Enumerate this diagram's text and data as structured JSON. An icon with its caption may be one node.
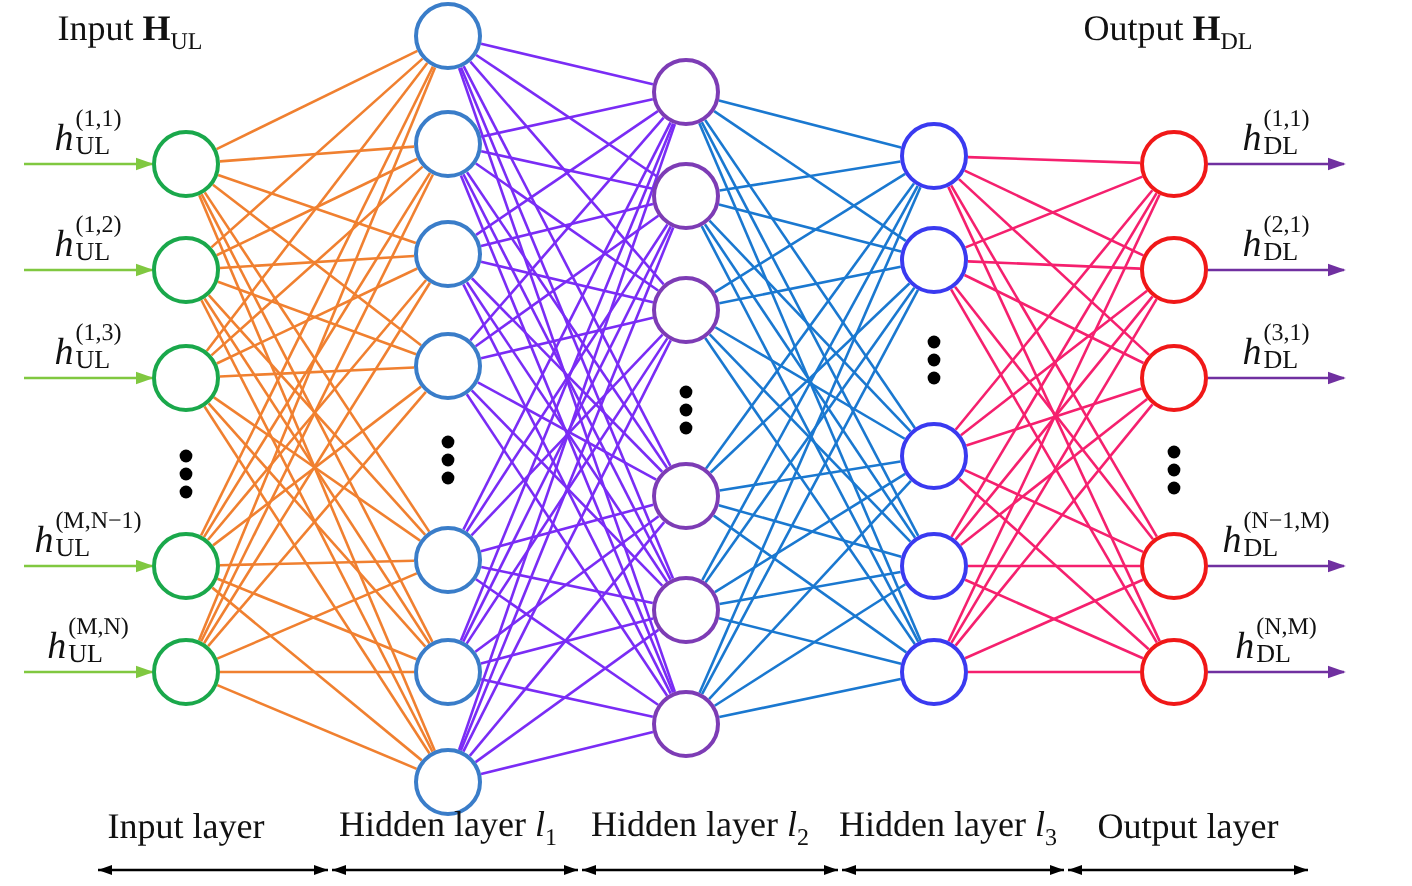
{
  "diagram": {
    "nodes": [
      {
        "text": [],
        "shape": "circle"
      },
      {
        "text": [],
        "shape": "circle"
      },
      {
        "text": [],
        "shape": "circle"
      },
      {
        "text": [],
        "shape": "circle"
      },
      {
        "text": [],
        "shape": "circle"
      },
      {
        "text": [],
        "shape": "circle"
      },
      {
        "text": [],
        "shape": "circle"
      },
      {
        "text": [],
        "shape": "circle"
      },
      {
        "text": [],
        "shape": "circle"
      },
      {
        "text": [],
        "shape": "circle"
      },
      {
        "text": [],
        "shape": "circle"
      },
      {
        "text": [],
        "shape": "circle"
      },
      {
        "text": [],
        "shape": "circle"
      },
      {
        "text": [],
        "shape": "circle"
      },
      {
        "text": [],
        "shape": "circle"
      },
      {
        "text": [],
        "shape": "circle"
      },
      {
        "text": [],
        "shape": "circle"
      },
      {
        "text": [],
        "shape": "circle"
      },
      {
        "text": [],
        "shape": "circle"
      },
      {
        "text": [],
        "shape": "circle"
      },
      {
        "text": [],
        "shape": "circle"
      },
      {
        "text": [],
        "shape": "circle"
      },
      {
        "text": [],
        "shape": "circle"
      },
      {
        "text": [],
        "shape": "circle"
      },
      {
        "text": [],
        "shape": "circle"
      },
      {
        "text": [],
        "shape": "circle"
      },
      {
        "text": [],
        "shape": "circle"
      },
      {
        "text": [],
        "shape": "circle"
      }
    ],
    "edges": [
      {
        "from": null,
        "to": 0,
        "arrow": "to",
        "label": "*h*$^{(1,1)}$$_{UL}$",
        "color": "#80c840"
      },
      {
        "from": null,
        "to": 1,
        "arrow": "to",
        "label": "*h*$^{(1,2)}$$_{UL}$",
        "color": "#80c840"
      },
      {
        "from": null,
        "to": 2,
        "arrow": "to",
        "label": "*h*$^{(1,3)}$$_{UL}$",
        "color": "#80c840"
      },
      {
        "from": null,
        "to": 3,
        "arrow": "to",
        "label": "*h*$^{(M,N−1)}$$_{UL}$",
        "color": "#80c840"
      },
      {
        "from": null,
        "to": 4,
        "arrow": "to",
        "label": "*h*$^{(M,N)}$$_{UL}$",
        "color": "#80c840"
      },
      {
        "from": 0,
        "to": 5,
        "arrow": "none",
        "color": "#f08030"
      },
      {
        "from": 0,
        "to": 6,
        "arrow": "none",
        "color": "#f08030"
      },
      {
        "from": 0,
        "to": 7,
        "arrow": "none",
        "color": "#f08030"
      },
      {
        "from": 0,
        "to": 8,
        "arrow": "none",
        "color": "#f08030"
      },
      {
        "from": 0,
        "to": 9,
        "arrow": "none",
        "color": "#f08030"
      },
      {
        "from": 0,
        "to": 10,
        "arrow": "none",
        "color": "#f08030"
      },
      {
        "from": 0,
        "to": 11,
        "arrow": "none",
        "color": "#f08030"
      },
      {
        "from": 1,
        "to": 5,
        "arrow": "none",
        "color": "#f08030"
      },
      {
        "from": 1,
        "to": 6,
        "arrow": "none",
        "color": "#f08030"
      },
      {
        "from": 1,
        "to": 7,
        "arrow": "none",
        "color": "#f08030"
      },
      {
        "from": 1,
        "to": 8,
        "arrow": "none",
        "color": "#f08030"
      },
      {
        "from": 1,
        "to": 9,
        "arrow": "none",
        "color": "#f08030"
      },
      {
        "from": 1,
        "to": 10,
        "arrow": "none",
        "color": "#f08030"
      },
      {
        "from": 1,
        "to": 11,
        "arrow": "none",
        "color": "#f08030"
      },
      {
        "from": 2,
        "to": 5,
        "arrow": "none",
        "color": "#f08030"
      },
      {
        "from": 2,
        "to": 6,
        "arrow": "none",
        "color": "#f08030"
      },
      {
        "from": 2,
        "to": 7,
        "arrow": "none",
        "color": "#f08030"
      },
      {
        "from": 2,
        "to": 8,
        "arrow": "none",
        "color": "#f08030"
      },
      {
        "from": 2,
        "to": 9,
        "arrow": "none",
        "color": "#f08030"
      },
      {
        "from": 2,
        "to": 10,
        "arrow": "none",
        "color": "#f08030"
      },
      {
        "from": 2,
        "to": 11,
        "arrow": "none",
        "color": "#f08030"
      },
      {
        "from": 3,
        "to": 5,
        "arrow": "none",
        "color": "#f08030"
      },
      {
        "from": 3,
        "to": 6,
        "arrow": "none",
        "color": "#f08030"
      },
      {
        "from": 3,
        "to": 7,
        "arrow": "none",
        "color": "#f08030"
      },
      {
        "from": 3,
        "to": 8,
        "arrow": "none",
        "color": "#f08030"
      },
      {
        "from": 3,
        "to": 9,
        "arrow": "none",
        "color": "#f08030"
      },
      {
        "from": 3,
        "to": 10,
        "arrow": "none",
        "color": "#f08030"
      },
      {
        "from": 3,
        "to": 11,
        "arrow": "none",
        "color": "#f08030"
      },
      {
        "from": 4,
        "to": 5,
        "arrow": "none",
        "color": "#f08030"
      },
      {
        "from": 4,
        "to": 6,
        "arrow": "none",
        "color": "#f08030"
      },
      {
        "from": 4,
        "to": 7,
        "arrow": "none",
        "color": "#f08030"
      },
      {
        "from": 4,
        "to": 8,
        "arrow": "none",
        "color": "#f08030"
      },
      {
        "from": 4,
        "to": 9,
        "arrow": "none",
        "color": "#f08030"
      },
      {
        "from": 4,
        "to": 10,
        "arrow": "none",
        "color": "#f08030"
      },
      {
        "from": 4,
        "to": 11,
        "arrow": "none",
        "color": "#f08030"
      },
      {
        "from": 5,
        "to": 12,
        "arrow": "none",
        "color": "#7a2cf5"
      },
      {
        "from": 5,
        "to": 13,
        "arrow": "none",
        "color": "#7a2cf5"
      },
      {
        "from": 5,
        "to": 14,
        "arrow": "none",
        "color": "#7a2cf5"
      },
      {
        "from": 5,
        "to": 15,
        "arrow": "none",
        "color": "#7a2cf5"
      },
      {
        "from": 5,
        "to": 16,
        "arrow": "none",
        "color": "#7a2cf5"
      },
      {
        "from": 5,
        "to": 17,
        "arrow": "none",
        "color": "#7a2cf5"
      },
      {
        "from": 6,
        "to": 12,
        "arrow": "none",
        "color": "#7a2cf5"
      },
      {
        "from": 6,
        "to": 13,
        "arrow": "none",
        "color": "#7a2cf5"
      },
      {
        "from": 6,
        "to": 14,
        "arrow": "none",
        "color": "#7a2cf5"
      },
      {
        "from": 6,
        "to": 15,
        "arrow": "none",
        "color": "#7a2cf5"
      },
      {
        "from": 6,
        "to": 16,
        "arrow": "none",
        "color": "#7a2cf5"
      },
      {
        "from": 6,
        "to": 17,
        "arrow": "none",
        "color": "#7a2cf5"
      },
      {
        "from": 7,
        "to": 12,
        "arrow": "none",
        "color": "#7a2cf5"
      },
      {
        "from": 7,
        "to": 13,
        "arrow": "none",
        "color": "#7a2cf5"
      },
      {
        "from": 7,
        "to": 14,
        "arrow": "none",
        "color": "#7a2cf5"
      },
      {
        "from": 7,
        "to": 15,
        "arrow": "none",
        "color": "#7a2cf5"
      },
      {
        "from": 7,
        "to": 16,
        "arrow": "none",
        "color": "#7a2cf5"
      },
      {
        "from": 7,
        "to": 17,
        "arrow": "none",
        "color": "#7a2cf5"
      },
      {
        "from": 8,
        "to": 12,
        "arrow": "none",
        "color": "#7a2cf5"
      },
      {
        "from": 8,
        "to": 13,
        "arrow": "none",
        "color": "#7a2cf5"
      },
      {
        "from": 8,
        "to": 14,
        "arrow": "none",
        "color": "#7a2cf5"
      },
      {
        "from": 8,
        "to": 15,
        "arrow": "none",
        "color": "#7a2cf5"
      },
      {
        "from": 8,
        "to": 16,
        "arrow": "none",
        "color": "#7a2cf5"
      },
      {
        "from": 8,
        "to": 17,
        "arrow": "none",
        "color": "#7a2cf5"
      },
      {
        "from": 9,
        "to": 12,
        "arrow": "none",
        "color": "#7a2cf5"
      },
      {
        "from": 9,
        "to": 13,
        "arrow": "none",
        "color": "#7a2cf5"
      },
      {
        "from": 9,
        "to": 14,
        "arrow": "none",
        "color": "#7a2cf5"
      },
      {
        "from": 9,
        "to": 15,
        "arrow": "none",
        "color": "#7a2cf5"
      },
      {
        "from": 9,
        "to": 16,
        "arrow": "none",
        "color": "#7a2cf5"
      },
      {
        "from": 9,
        "to": 17,
        "arrow": "none",
        "color": "#7a2cf5"
      },
      {
        "from": 10,
        "to": 12,
        "arrow": "none",
        "color": "#7a2cf5"
      },
      {
        "from": 10,
        "to": 13,
        "arrow": "none",
        "color": "#7a2cf5"
      },
      {
        "from": 10,
        "to": 14,
        "arrow": "none",
        "color": "#7a2cf5"
      },
      {
        "from": 10,
        "to": 15,
        "arrow": "none",
        "color": "#7a2cf5"
      },
      {
        "from": 10,
        "to": 16,
        "arrow": "none",
        "color": "#7a2cf5"
      },
      {
        "from": 10,
        "to": 17,
        "arrow": "none",
        "color": "#7a2cf5"
      },
      {
        "from": 11,
        "to": 12,
        "arrow": "none",
        "color": "#7a2cf5"
      },
      {
        "from": 11,
        "to": 13,
        "arrow": "none",
        "color": "#7a2cf5"
      },
      {
        "from": 11,
        "to": 14,
        "arrow": "none",
        "color": "#7a2cf5"
      },
      {
        "from": 11,
        "to": 15,
        "arrow": "none",
        "color": "#7a2cf5"
      },
      {
        "from": 11,
        "to": 16,
        "arrow": "none",
        "color": "#7a2cf5"
      },
      {
        "from": 11,
        "to": 17,
        "arrow": "none",
        "color": "#7a2cf5"
      },
      {
        "from": 12,
        "to": 18,
        "arrow": "none",
        "color": "#1a78d0"
      },
      {
        "from": 12,
        "to": 19,
        "arrow": "none",
        "color": "#1a78d0"
      },
      {
        "from": 12,
        "to": 20,
        "arrow": "none",
        "color": "#1a78d0"
      },
      {
        "from": 12,
        "to": 21,
        "arrow": "none",
        "color": "#1a78d0"
      },
      {
        "from": 12,
        "to": 22,
        "arrow": "none",
        "color": "#1a78d0"
      },
      {
        "from": 13,
        "to": 18,
        "arrow": "none",
        "color": "#1a78d0"
      },
      {
        "from": 13,
        "to": 19,
        "arrow": "none",
        "color": "#1a78d0"
      },
      {
        "from": 13,
        "to": 20,
        "arrow": "none",
        "color": "#1a78d0"
      },
      {
        "from": 13,
        "to": 21,
        "arrow": "none",
        "color": "#1a78d0"
      },
      {
        "from": 13,
        "to": 22,
        "arrow": "none",
        "color": "#1a78d0"
      },
      {
        "from": 14,
        "to": 18,
        "arrow": "none",
        "color": "#1a78d0"
      },
      {
        "from": 14,
        "to": 19,
        "arrow": "none",
        "color": "#1a78d0"
      },
      {
        "from": 14,
        "to": 20,
        "arrow": "none",
        "color": "#1a78d0"
      },
      {
        "from": 14,
        "to": 21,
        "arrow": "none",
        "color": "#1a78d0"
      },
      {
        "from": 14,
        "to": 22,
        "arrow": "none",
        "color": "#1a78d0"
      },
      {
        "from": 15,
        "to": 18,
        "arrow": "none",
        "color": "#1a78d0"
      },
      {
        "from": 15,
        "to": 19,
        "arrow": "none",
        "color": "#1a78d0"
      },
      {
        "from": 15,
        "to": 20,
        "arrow": "none",
        "color": "#1a78d0"
      },
      {
        "from": 15,
        "to": 21,
        "arrow": "none",
        "color": "#1a78d0"
      },
      {
        "from": 15,
        "to": 22,
        "arrow": "none",
        "color": "#1a78d0"
      },
      {
        "from": 16,
        "to": 18,
        "arrow": "none",
        "color": "#1a78d0"
      },
      {
        "from": 16,
        "to": 19,
        "arrow": "none",
        "color": "#1a78d0"
      },
      {
        "from": 16,
        "to": 20,
        "arrow": "none",
        "color": "#1a78d0"
      },
      {
        "from": 16,
        "to": 21,
        "arrow": "none",
        "color": "#1a78d0"
      },
      {
        "from": 16,
        "to": 22,
        "arrow": "none",
        "color": "#1a78d0"
      },
      {
        "from": 17,
        "to": 18,
        "arrow": "none",
        "color": "#1a78d0"
      },
      {
        "from": 17,
        "to": 19,
        "arrow": "none",
        "color": "#1a78d0"
      },
      {
        "from": 17,
        "to": 20,
        "arrow": "none",
        "color": "#1a78d0"
      },
      {
        "from": 17,
        "to": 21,
        "arrow": "none",
        "color": "#1a78d0"
      },
      {
        "from": 17,
        "to": 22,
        "arrow": "none",
        "color": "#1a78d0"
      },
      {
        "from": 18,
        "to": 23,
        "arrow": "none",
        "color": "#f5206e"
      },
      {
        "from": 18,
        "to": 24,
        "arrow": "none",
        "color": "#f5206e"
      },
      {
        "from": 18,
        "to": 25,
        "arrow": "none",
        "color": "#f5206e"
      },
      {
        "from": 18,
        "to": 26,
        "arrow": "none",
        "color": "#f5206e"
      },
      {
        "from": 18,
        "to": 27,
        "arrow": "none",
        "color": "#f5206e"
      },
      {
        "from": 19,
        "to": 23,
        "arrow": "none",
        "color": "#f5206e"
      },
      {
        "from": 19,
        "to": 24,
        "arrow": "none",
        "color": "#f5206e"
      },
      {
        "from": 19,
        "to": 25,
        "arrow": "none",
        "color": "#f5206e"
      },
      {
        "from": 19,
        "to": 26,
        "arrow": "none",
        "color": "#f5206e"
      },
      {
        "from": 19,
        "to": 27,
        "arrow": "none",
        "color": "#f5206e"
      },
      {
        "from": 20,
        "to": 23,
        "arrow": "none",
        "color": "#f5206e"
      },
      {
        "from": 20,
        "to": 24,
        "arrow": "none",
        "color": "#f5206e"
      },
      {
        "from": 20,
        "to": 25,
        "arrow": "none",
        "color": "#f5206e"
      },
      {
        "from": 20,
        "to": 26,
        "arrow": "none",
        "color": "#f5206e"
      },
      {
        "from": 20,
        "to": 27,
        "arrow": "none",
        "color": "#f5206e"
      },
      {
        "from": 21,
        "to": 23,
        "arrow": "none",
        "color": "#f5206e"
      },
      {
        "from": 21,
        "to": 24,
        "arrow": "none",
        "color": "#f5206e"
      },
      {
        "from": 21,
        "to": 25,
        "arrow": "none",
        "color": "#f5206e"
      },
      {
        "from": 21,
        "to": 26,
        "arrow": "none",
        "color": "#f5206e"
      },
      {
        "from": 21,
        "to": 27,
        "arrow": "none",
        "color": "#f5206e"
      },
      {
        "from": 22,
        "to": 23,
        "arrow": "none",
        "color": "#f5206e"
      },
      {
        "from": 22,
        "to": 24,
        "arrow": "none",
        "color": "#f5206e"
      },
      {
        "from": 22,
        "to": 25,
        "arrow": "none",
        "color": "#f5206e"
      },
      {
        "from": 22,
        "to": 26,
        "arrow": "none",
        "color": "#f5206e"
      },
      {
        "from": 22,
        "to": 27,
        "arrow": "none",
        "color": "#f5206e"
      },
      {
        "from": 23,
        "to": null,
        "arrow": "to",
        "label": "*h*$^{(1,1)}$$_{DL}$",
        "color": "#7030a0"
      },
      {
        "from": 24,
        "to": null,
        "arrow": "to",
        "label": "*h*$^{(2,1)}$$_{DL}$",
        "color": "#7030a0"
      },
      {
        "from": 25,
        "to": null,
        "arrow": "to",
        "label": "*h*$^{(3,1)}$$_{DL}$",
        "color": "#7030a0"
      },
      {
        "from": 26,
        "to": null,
        "arrow": "to",
        "label": "*h*$^{(N−1,M)}$$_{DL}$",
        "color": "#7030a0"
      },
      {
        "from": 27,
        "to": null,
        "arrow": "to",
        "label": "*h*$^{(N,M)}$$_{DL}$",
        "color": "#7030a0"
      }
    ],
    "labels": [
      "Input **H**$_{UL}$",
      "Output **H**$_{DL}$",
      "Input layer",
      "Hidden layer *l*$_{1}$",
      "Hidden layer *l*$_{2}$",
      "Hidden layer *l*$_{3}$",
      "Output layer"
    ]
  }
}
